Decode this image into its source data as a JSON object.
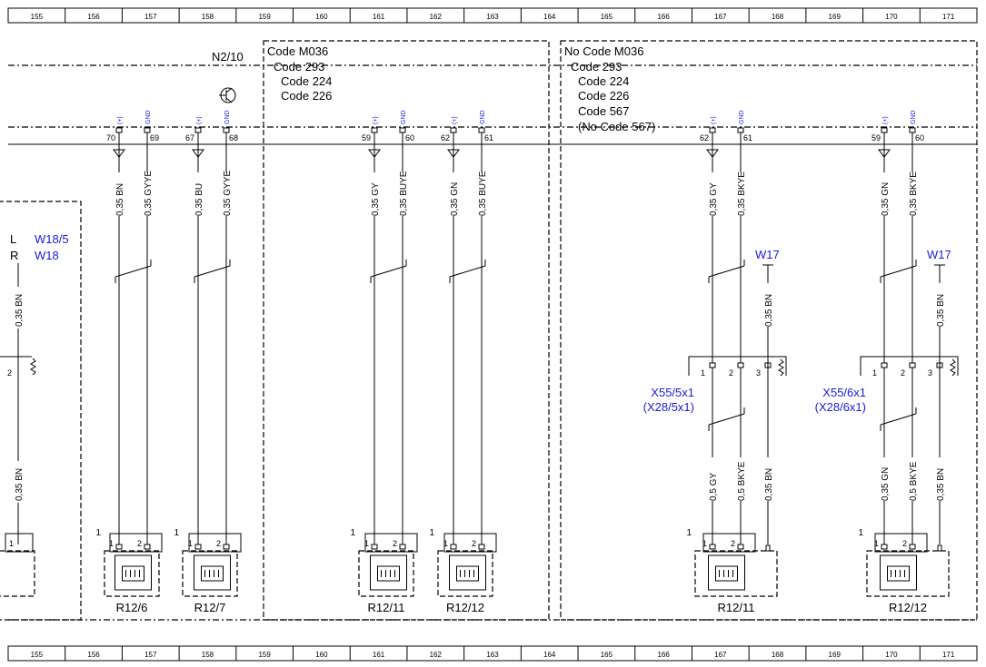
{
  "grid": [
    "155",
    "156",
    "157",
    "158",
    "159",
    "160",
    "161",
    "162",
    "163",
    "164",
    "165",
    "166",
    "167",
    "168",
    "169",
    "170",
    "171"
  ],
  "control_unit": "N2/10",
  "left_box": {
    "l_label": "L",
    "r_label": "R",
    "w18_5": "W18/5",
    "w18": "W18",
    "wire_top": "0,35 BN",
    "wire_bottom": "0,35 BN",
    "pin": "2",
    "pin_bottom": "1"
  },
  "codes_mid": {
    "title": "Code M036",
    "lines": [
      "Code 293",
      "Code 224",
      "Code 226"
    ]
  },
  "codes_right": {
    "title": "No Code M036",
    "lines": [
      "Code 293",
      "Code 224",
      "Code 226",
      "Code 567",
      "(No Code 567)"
    ]
  },
  "pin_plus": "(+)",
  "pin_gnd": "GND",
  "ecu_pins": {
    "r12_6": [
      "70",
      "69"
    ],
    "r12_7": [
      "67",
      "68"
    ],
    "r12_11a": [
      "59",
      "60"
    ],
    "r12_12a": [
      "62",
      "61"
    ],
    "r12_11b": [
      "62",
      "61"
    ],
    "r12_12b": [
      "59",
      "60"
    ]
  },
  "wires": {
    "r12_6": [
      "0,35 BN",
      "0,35 GYYE"
    ],
    "r12_7": [
      "0,35 BU",
      "0,35 GYYE"
    ],
    "r12_11a": [
      "0,35 GY",
      "0,35 BUYE"
    ],
    "r12_12a": [
      "0,35 GN",
      "0,35 BUYE"
    ],
    "r12_11b_top": [
      "0,35 GY",
      "0,35 BKYE"
    ],
    "r12_11b_bottom": [
      "0,5 GY",
      "0,5 BKYE",
      "0,35 BN"
    ],
    "r12_12b_top": [
      "0,35 GN",
      "0,35 BKYE"
    ],
    "r12_12b_bottom": [
      "0,35 GN",
      "0,5 BKYE",
      "0,35 BN"
    ],
    "w17_wire": "0,35 BN"
  },
  "shield": "W17",
  "connectors": [
    {
      "name": "X55/5x1",
      "alt": "(X28/5x1)",
      "pins": [
        "1",
        "2",
        "3"
      ]
    },
    {
      "name": "X55/6x1",
      "alt": "(X28/6x1)",
      "pins": [
        "1",
        "2",
        "3"
      ]
    }
  ],
  "sensor_pins": [
    "1",
    "2"
  ],
  "sensor_side": "1",
  "sensors": [
    "R12/6",
    "R12/7",
    "R12/11",
    "R12/12",
    "R12/11",
    "R12/12"
  ]
}
